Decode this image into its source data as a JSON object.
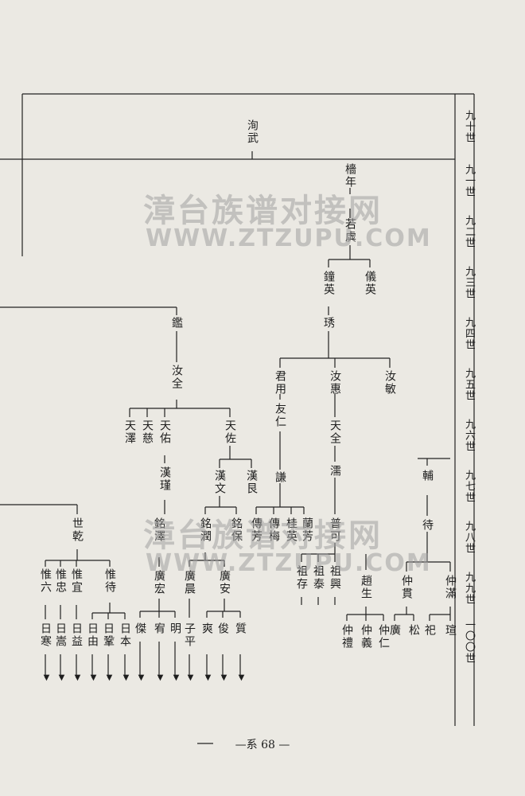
{
  "generations": [
    "九十世",
    "九一世",
    "九二世",
    "九三世",
    "九四世",
    "九五世",
    "九六世",
    "九七世",
    "九八世",
    "九九世",
    "一〇〇世"
  ],
  "names": {
    "xunwu": "洵武",
    "zeneng": "檣年",
    "ruoyu": "若虡",
    "zhongying": "鐘英",
    "yiying": "儀英",
    "xiu": "琇",
    "jian": "鑑",
    "ruquan": "汝全",
    "junyong": "君用",
    "ruhui": "汝惠",
    "rumin": "汝敏",
    "tianze": "天澤",
    "tianci": "天慈",
    "tianyou": "天佑",
    "tianzuo": "天佐",
    "youren": "友仁",
    "tianquan": "天全",
    "hanjin": "漢瑾",
    "hanwen": "漢文",
    "hangen": "漢艮",
    "qian": "謙",
    "ru": "濡",
    "fu": "輔",
    "shiqian": "世乾",
    "mingze": "銘澤",
    "mingrun": "銘潤",
    "mingbao": "銘保",
    "chuanfang": "傳芳",
    "chuanmei": "傳梅",
    "guiying": "桂英",
    "lanfang": "蘭芳",
    "puke": "普可",
    "dai": "待",
    "weiliu": "惟六",
    "weizhong": "惟忠",
    "weiyi": "惟宜",
    "weidai": "惟待",
    "guanghong": "廣宏",
    "guangchen": "廣晨",
    "guangan": "廣安",
    "zucun": "祖存",
    "zutai": "祖泰",
    "zuxing": "祖興",
    "zhaosheng": "趙生",
    "zhongguan": "仲貫",
    "zhongman": "仲滿",
    "rihan": "日寒",
    "rigao": "日嵩",
    "riyi": "日益",
    "riyou": "日由",
    "richeng": "日鞏",
    "riben": "日本",
    "jie": "傑",
    "you": "宥",
    "ming": "明",
    "ziping": "子平",
    "shuang": "爽",
    "jun": "俊",
    "zhi": "質",
    "zhongli": "仲禮",
    "zhongyi2": "仲義",
    "zhongren": "仲仁",
    "guang": "廣",
    "song": "松",
    "si": "祀",
    "xuan": "瑄"
  },
  "watermark": {
    "cn": "漳台族谱对接网",
    "en": "WWW.ZTZUPU.COM"
  },
  "footer": "—系 68 —"
}
